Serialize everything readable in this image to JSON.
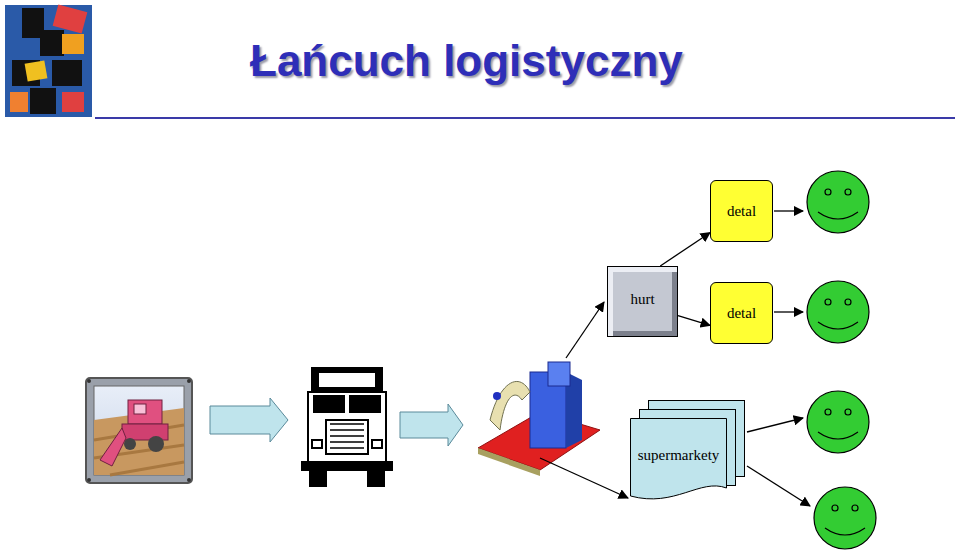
{
  "diagram": {
    "title": "Łańcuch logistyczny",
    "nodes": [
      {
        "text": [
          "detal"
        ]
      },
      {
        "text": [
          "hurt"
        ]
      },
      {
        "text": [
          "detal"
        ]
      },
      {
        "text": [
          "supermarkety"
        ]
      }
    ],
    "edges": [
      {
        "from": 1,
        "to": 0,
        "arrow": "to"
      },
      {
        "from": 1,
        "to": 2,
        "arrow": "to"
      }
    ]
  }
}
